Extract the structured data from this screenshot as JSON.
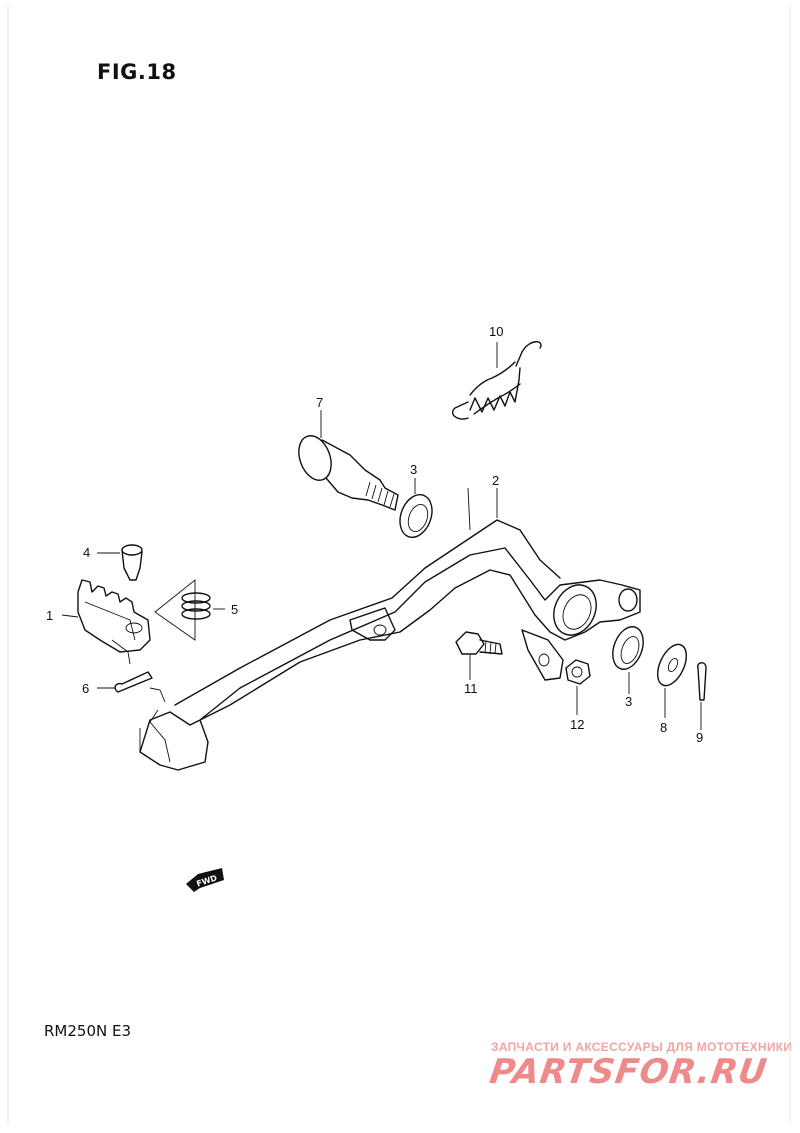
{
  "figure": {
    "title": "FIG.18",
    "model": "RM250N E3"
  },
  "watermark": {
    "top_line": "ЗАПЧАСТИ И АКСЕССУАРЫ ДЛЯ МОТОТЕХНИКИ",
    "logo": "PARTSFOR.RU",
    "color": "#ee8a8a"
  },
  "direction_marker": {
    "text": "FWD",
    "icon": "fwd-arrow-icon"
  },
  "parts": [
    {
      "number": "1",
      "icon": "footrest-icon"
    },
    {
      "number": "2",
      "icon": "brake-pedal-icon"
    },
    {
      "number": "3",
      "icon": "oil-seal-icon"
    },
    {
      "number": "4",
      "icon": "pin-icon"
    },
    {
      "number": "5",
      "icon": "spring-icon"
    },
    {
      "number": "6",
      "icon": "cotter-pin-icon"
    },
    {
      "number": "7",
      "icon": "pivot-shaft-icon"
    },
    {
      "number": "8",
      "icon": "washer-icon"
    },
    {
      "number": "9",
      "icon": "cotter-pin-icon"
    },
    {
      "number": "10",
      "icon": "return-spring-icon"
    },
    {
      "number": "11",
      "icon": "bolt-icon"
    },
    {
      "number": "12",
      "icon": "nut-icon"
    }
  ]
}
